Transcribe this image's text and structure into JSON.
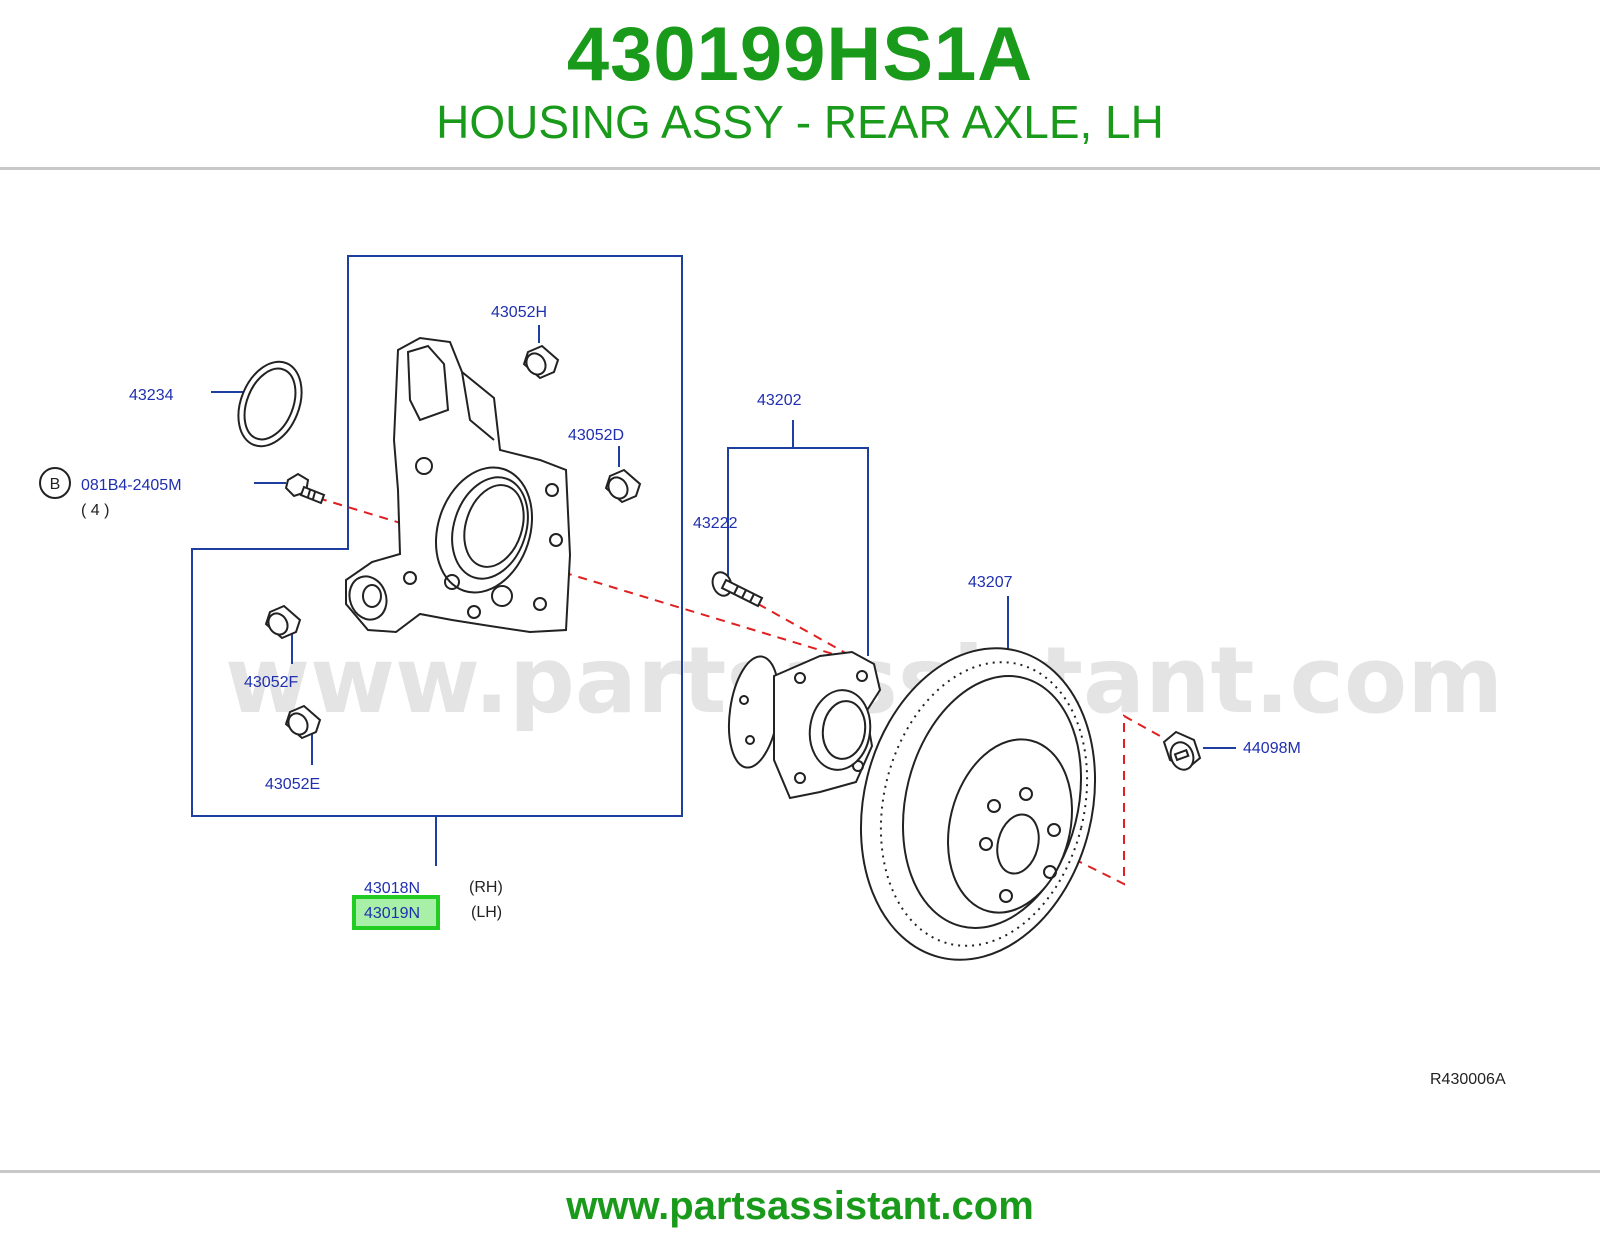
{
  "header": {
    "part_number": "430199HS1A",
    "description": "HOUSING ASSY - REAR AXLE, LH"
  },
  "watermark": "www.partsassistant.com",
  "footer": {
    "url": "www.partsassistant.com"
  },
  "diagram_code": "R430006A",
  "callouts": {
    "c43052H": "43052H",
    "c43234": "43234",
    "c43052D": "43052D",
    "b_marker": "B",
    "c081B4": "081B4-2405M",
    "qty": "( 4 )",
    "c43202": "43202",
    "c43222": "43222",
    "c43207": "43207",
    "c43052F": "43052F",
    "c43052E": "43052E",
    "c44098M": "44098M",
    "c43018N": "43018N",
    "rh": "(RH)",
    "c43019N": "43019N",
    "lh": "(LH)"
  },
  "colors": {
    "brand_green": "#1a9a1a",
    "callout_blue": "#1f2fb0",
    "leader_blue": "#1f3fa0",
    "centerline_red": "#e02020",
    "highlight_green": "#22cc22"
  },
  "highlighted_part": "43019N"
}
